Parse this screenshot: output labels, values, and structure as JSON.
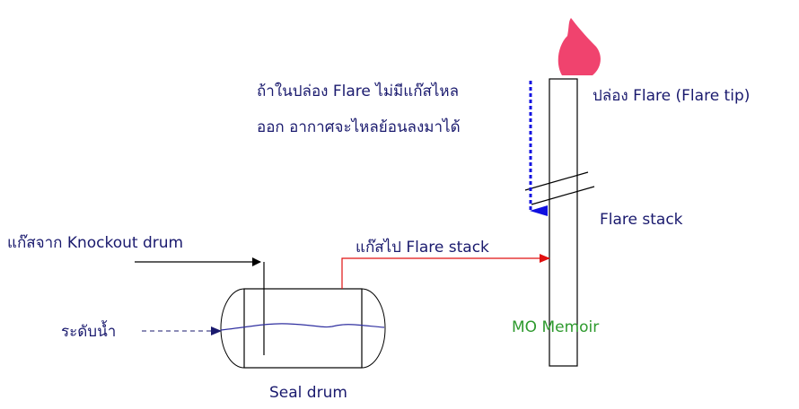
{
  "labels": {
    "warning_line1": "ถ้าในปล่อง  Flare ไม่มีแก๊สไหล",
    "warning_line2": "ออก อากาศจะไหลย้อนลงมาได้",
    "flare_tip": "ปล่อง Flare (Flare tip)",
    "flare_stack": "Flare stack",
    "gas_from": "แก๊สจาก  Knockout drum",
    "gas_to": "แก๊สไป Flare stack",
    "water_level": "ระดับน้ำ",
    "seal_drum": "Seal drum",
    "watermark": "MO Memoir"
  },
  "colors": {
    "text": "#1a1a6e",
    "flame": "#f0436e",
    "gas_out_line": "#e01010",
    "backflow_arrow": "#1010e0",
    "water": "#3030a0",
    "watermark": "#2e9a2e"
  }
}
